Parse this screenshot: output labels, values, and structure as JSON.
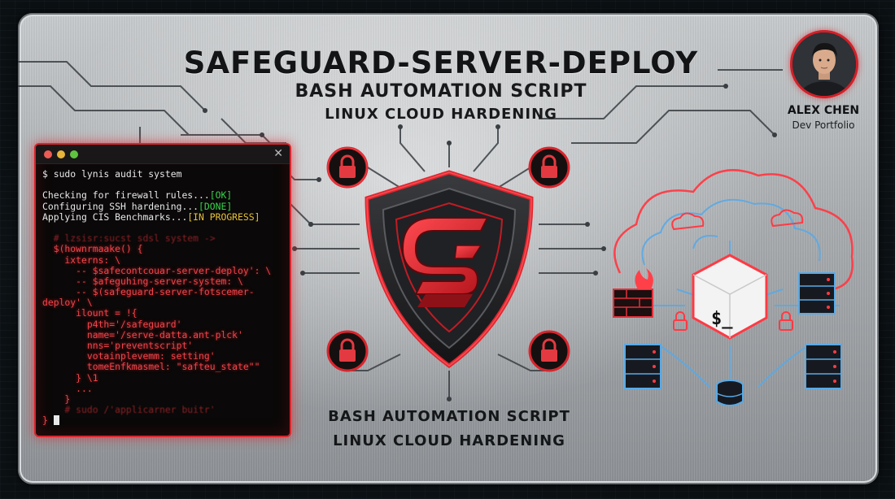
{
  "title": "SAFEGUARD-SERVER-DEPLOY",
  "subtitle_line1": "BASH AUTOMATION SCRIPT",
  "subtitle_line2": "LINUX CLOUD HARDENING",
  "bottom_line1": "BASH AUTOMATION SCRIPT",
  "bottom_line2": "LINUX CLOUD HARDENING",
  "author": {
    "name": "ALEX CHEN",
    "role": "Dev Portfolio"
  },
  "terminal": {
    "close_glyph": "✕",
    "command": "$ sudo lynis audit system",
    "checks": [
      {
        "text": "Checking for firewall rules...",
        "status": "[OK]"
      },
      {
        "text": "Configuring SSH hardening...",
        "status": "[DONE]"
      },
      {
        "text": "Applying CIS Benchmarks...",
        "status": "[IN PROGRESS]"
      }
    ],
    "faint_top": "  # lzsisr:sucst sdsl system ->",
    "code_lines": [
      "  $(hownrmaake() {",
      "    ixterns: \\",
      "      -- $safecontcouar-server-deploy': \\",
      "      -- $afeguhing-server-system: \\",
      "      -- $(safeguard-server-fotscemer-",
      "deploy' \\",
      "      ilount = !{",
      "        p4th='/safeguard'",
      "        name='/serve-datta.ant-plck'",
      "        nns='preventscript'",
      "        votainplevemm: setting'",
      "        tomeEnfkmasmel: \"safteu_state\"\"",
      "      } \\1",
      "      ...",
      "    }"
    ],
    "faint_bottom": "    # sudo /'applicarner buitr'",
    "prompt": "} "
  },
  "colors": {
    "accent_red": "#d8262e",
    "ok_green": "#37d24a",
    "progress_yellow": "#e7c23a",
    "metal": "#a9adb0",
    "network_blue": "#5aa9e6"
  },
  "icons": [
    "shield-s-logo-icon",
    "lock-icon",
    "cloud-network-icon",
    "bash-terminal-cube-icon",
    "firewall-icon",
    "server-rack-icon",
    "database-icon",
    "avatar"
  ]
}
